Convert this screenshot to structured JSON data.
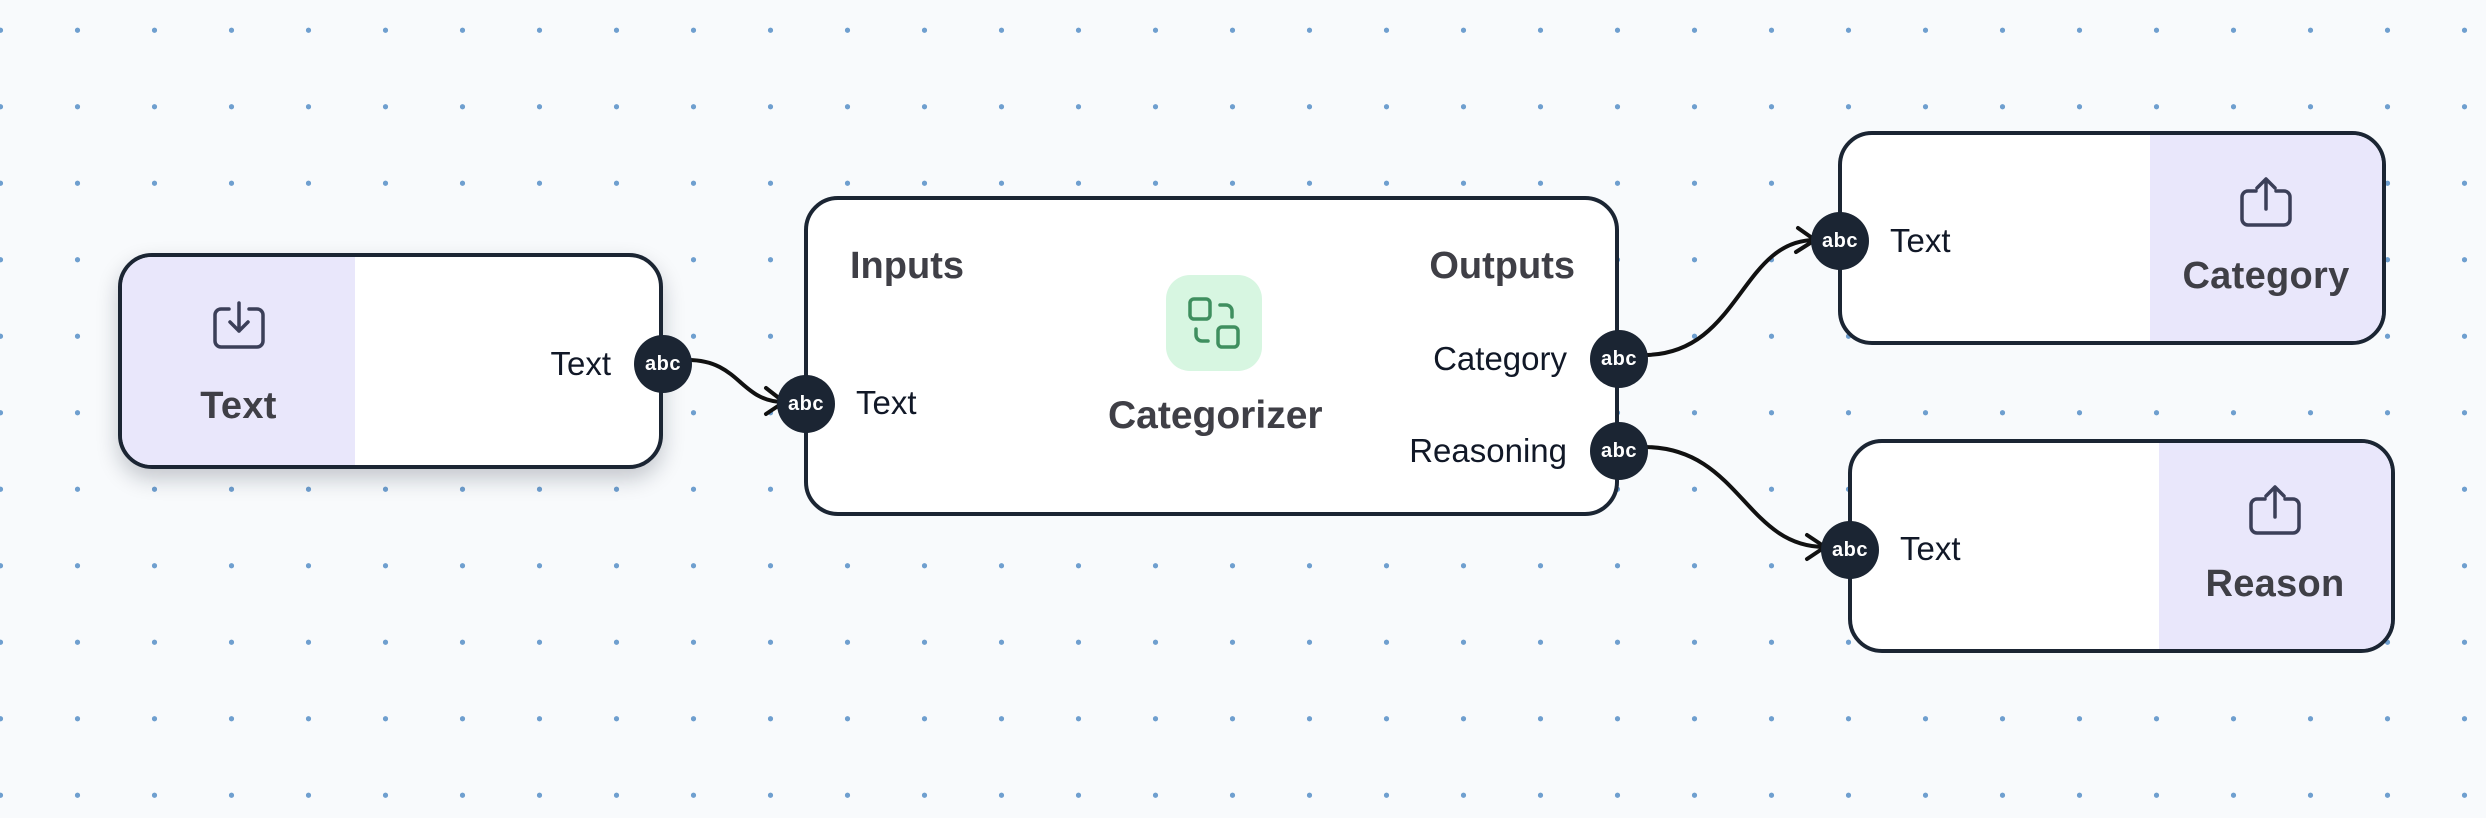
{
  "canvas": {
    "background": "#f8fafc",
    "dot_color": "#6f9fcf"
  },
  "colors": {
    "border": "#1b2533",
    "io_panel": "#e9e7fb",
    "categorizer_icon_bg": "#d7f6e1",
    "categorizer_icon": "#3f8f5f"
  },
  "nodes": {
    "input_text": {
      "title": "Text",
      "icon": "import-icon",
      "port_label": "Text",
      "port_type": "abc"
    },
    "categorizer": {
      "title": "Categorizer",
      "icon": "categorize-icon",
      "inputs_heading": "Inputs",
      "outputs_heading": "Outputs",
      "inputs": [
        {
          "label": "Text",
          "type": "abc"
        }
      ],
      "outputs": [
        {
          "label": "Category",
          "type": "abc"
        },
        {
          "label": "Reasoning",
          "type": "abc"
        }
      ]
    },
    "output_category": {
      "title": "Category",
      "icon": "export-icon",
      "port_label": "Text",
      "port_type": "abc"
    },
    "output_reason": {
      "title": "Reason",
      "icon": "export-icon",
      "port_label": "Text",
      "port_type": "abc"
    }
  },
  "edges": [
    {
      "from": "Text.Text",
      "to": "Categorizer.Text"
    },
    {
      "from": "Categorizer.Category",
      "to": "Category.Text"
    },
    {
      "from": "Categorizer.Reasoning",
      "to": "Reason.Text"
    }
  ]
}
